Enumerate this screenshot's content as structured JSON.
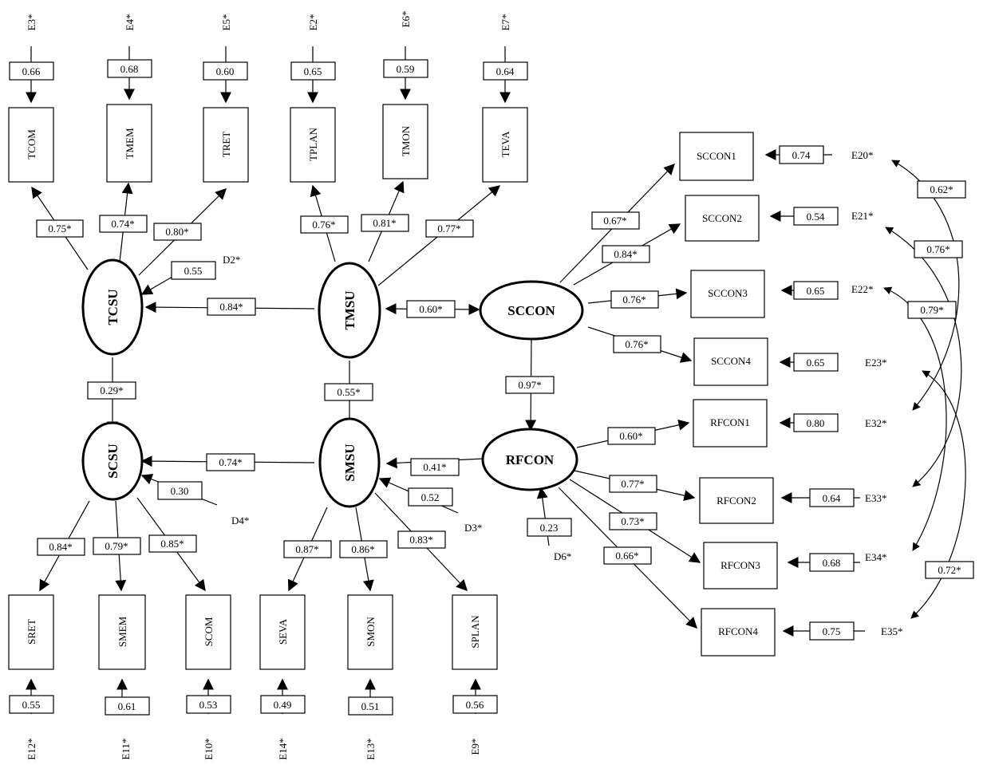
{
  "latents": {
    "tcsu": "TCSU",
    "tmsu": "TMSU",
    "sccon": "SCCON",
    "scsu": "SCSU",
    "smsu": "SMSU",
    "rfcon": "RFCON"
  },
  "indicators": {
    "tcom": "TCOM",
    "tmem": "TMEM",
    "tret": "TRET",
    "tplan": "TPLAN",
    "tmon": "TMON",
    "teva": "TEVA",
    "sret": "SRET",
    "smem": "SMEM",
    "scom": "SCOM",
    "seva": "SEVA",
    "smon": "SMON",
    "splan": "SPLAN",
    "sccon1": "SCCON1",
    "sccon2": "SCCON2",
    "sccon3": "SCCON3",
    "sccon4": "SCCON4",
    "rfcon1": "RFCON1",
    "rfcon2": "RFCON2",
    "rfcon3": "RFCON3",
    "rfcon4": "RFCON4"
  },
  "errors": {
    "e3": "E3*",
    "e4": "E4*",
    "e5": "E5*",
    "e2": "E2*",
    "e6": "E6*",
    "e7": "E7*",
    "e12": "E12*",
    "e11": "E11*",
    "e10": "E10*",
    "e14": "E14*",
    "e13": "E13*",
    "e9": "E9*",
    "e20": "E20*",
    "e21": "E21*",
    "e22": "E22*",
    "e23": "E23*",
    "e32": "E32*",
    "e33": "E33*",
    "e34": "E34*",
    "e35": "E35*"
  },
  "disturbances": {
    "d2": "D2*",
    "d4": "D4*",
    "d3": "D3*",
    "d6": "D6*"
  },
  "error_values": {
    "e3": "0.66",
    "e4": "0.68",
    "e5": "0.60",
    "e2": "0.65",
    "e6": "0.59",
    "e7": "0.64",
    "e12": "0.55",
    "e11": "0.61",
    "e10": "0.53",
    "e14": "0.49",
    "e13": "0.51",
    "e9": "0.56",
    "e20": "0.74",
    "e21": "0.54",
    "e22": "0.65",
    "e23": "0.65",
    "e32": "0.80",
    "e33": "0.64",
    "e34": "0.68",
    "e35": "0.75",
    "d2": "0.55",
    "d4": "0.30",
    "d3": "0.52",
    "d6": "0.23"
  },
  "loadings": {
    "tcsu_tcom": "0.75*",
    "tcsu_tmem": "0.74*",
    "tcsu_tret": "0.80*",
    "tmsu_tplan": "0.76*",
    "tmsu_tmon": "0.81*",
    "tmsu_teva": "0.77*",
    "scsu_sret": "0.84*",
    "scsu_smem": "0.79*",
    "scsu_scom": "0.85*",
    "smsu_seva": "0.87*",
    "smsu_smon": "0.86*",
    "smsu_splan": "0.83*",
    "sccon_1": "0.67*",
    "sccon_2": "0.84*",
    "sccon_3": "0.76*",
    "sccon_4": "0.76*",
    "rfcon_1": "0.60*",
    "rfcon_2": "0.77*",
    "rfcon_3": "0.73*",
    "rfcon_4": "0.66*"
  },
  "paths": {
    "tmsu_tcsu": "0.84*",
    "tmsu_sccon": "0.60*",
    "tcsu_scsu": "0.29*",
    "tmsu_smsu": "0.55*",
    "sccon_rfcon": "0.97*",
    "smsu_scsu": "0.74*",
    "rfcon_smsu": "0.41*"
  },
  "covariances": {
    "e20_e32": "0.62*",
    "e21_e33": "0.76*",
    "e22_e34": "0.79*",
    "e23_e35": "0.72*"
  }
}
